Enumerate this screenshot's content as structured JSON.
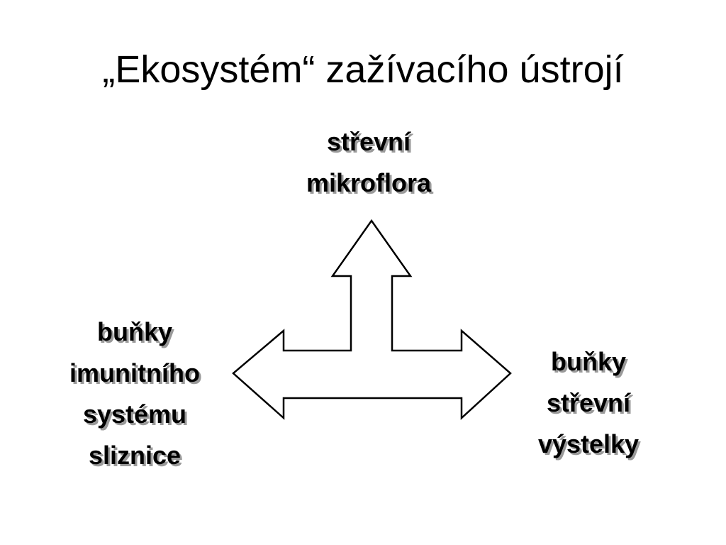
{
  "slide": {
    "title": "„Ekosystém“ zažívacího ústrojí",
    "nodes": {
      "top": [
        "střevní",
        "mikroflora"
      ],
      "left": [
        "buňky",
        "imunitního",
        "systému",
        "sliznice"
      ],
      "right": [
        "buňky",
        "střevní",
        "výstelky"
      ]
    },
    "colors": {
      "background": "#ffffff",
      "text": "#000000",
      "text_shadow": "#9a9a9a",
      "arrow_fill": "#ffffff",
      "arrow_stroke": "#000000"
    }
  }
}
